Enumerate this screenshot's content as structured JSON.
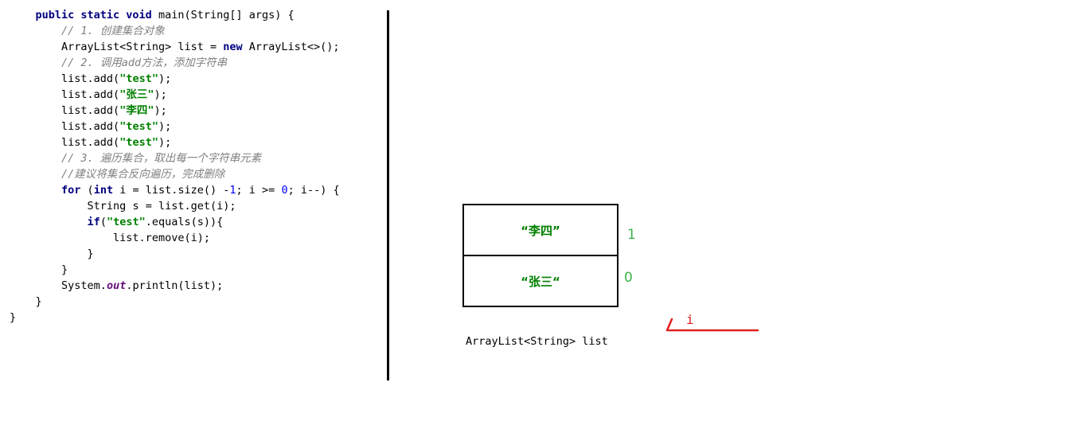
{
  "code": {
    "method_sig_kw": "public static void",
    "method_sig_rest": " main(String[] args) {",
    "comment1": "// 1. 创建集合对象",
    "line_new_a": "ArrayList<String> list = ",
    "line_new_kw": "new",
    "line_new_b": " ArrayList<>();",
    "comment2": "// 2. 调用add方法，添加字符串",
    "add_prefix": "list.add(",
    "add_suffix": ");",
    "adds": [
      "\"test\"",
      "\"张三\"",
      "\"李四\"",
      "\"test\"",
      "\"test\""
    ],
    "comment3": "// 3. 遍历集合，取出每一个字符串元素",
    "comment4": "//建议将集合反向遍历，完成删除",
    "for_kw": "for",
    "for_p1": " (",
    "int_kw": "int",
    "for_p2": " i = list.size() -",
    "for_n1": "1",
    "for_p3": "; i >= ",
    "for_n2": "0",
    "for_p4": "; i--) {",
    "get_line": "String s = list.get(i);",
    "if_kw": "if",
    "if_p1": "(",
    "if_str": "\"test\"",
    "if_p2": ".equals(s)){",
    "remove_line": "list.remove(i);",
    "close_if": "}",
    "close_for": "}",
    "print_a": "System.",
    "print_field": "out",
    "print_b": ".println(list);",
    "close_method": "}",
    "close_class": "}"
  },
  "diagram": {
    "top_cell": "“李四”",
    "bottom_cell": "“张三“",
    "top_index": "1",
    "bottom_index": "0",
    "list_label": "ArrayList<String> list",
    "pointer_label": "i",
    "pointer_color": "#e02020",
    "index_color": "#3cb44b",
    "string_color": "#008000"
  }
}
